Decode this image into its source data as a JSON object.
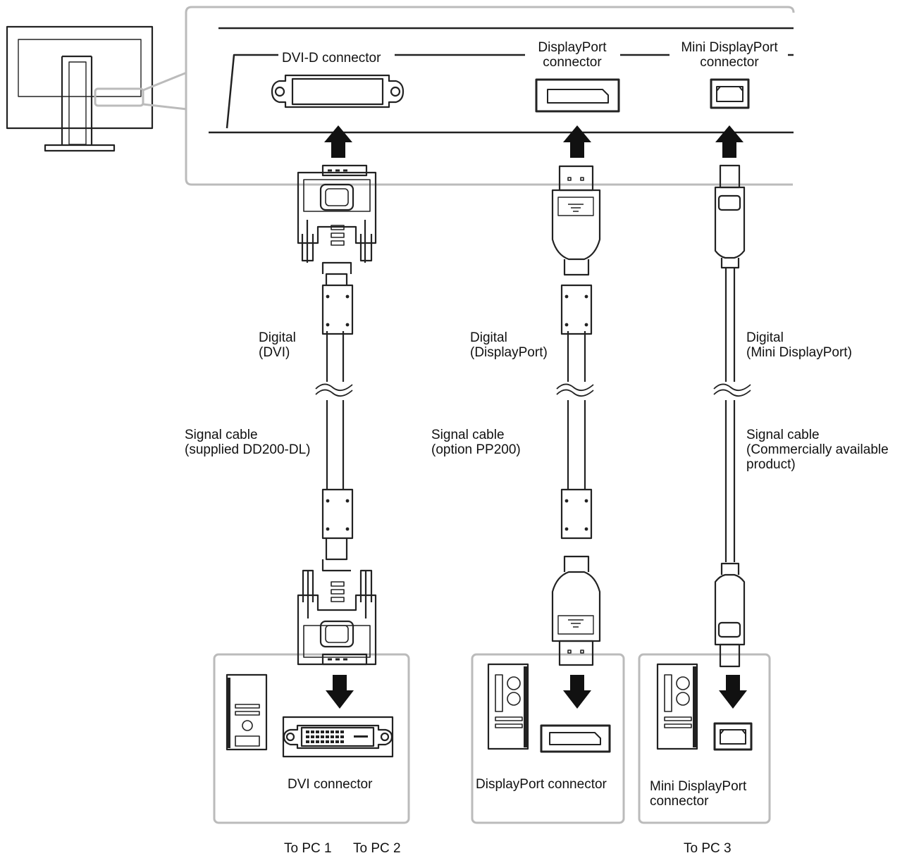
{
  "monitor_connectors": {
    "dvi": "DVI-D connector",
    "dp": [
      "DisplayPort",
      "connector"
    ],
    "mdp": [
      "Mini DisplayPort",
      "connector"
    ]
  },
  "cables": [
    {
      "signal": [
        "Digital",
        "(DVI)"
      ],
      "cable": [
        "Signal cable",
        "(supplied DD200-DL)"
      ],
      "pc_connector": [
        "DVI connector"
      ],
      "destination": [
        "To PC 1",
        "To PC 2"
      ]
    },
    {
      "signal": [
        "Digital",
        "(DisplayPort)"
      ],
      "cable": [
        "Signal cable",
        "(option PP200)"
      ],
      "pc_connector": [
        "DisplayPort connector"
      ],
      "destination": []
    },
    {
      "signal": [
        "Digital",
        "(Mini DisplayPort)"
      ],
      "cable": [
        "Signal cable",
        "(Commercially available",
        "product)"
      ],
      "pc_connector": [
        "Mini DisplayPort",
        "connector"
      ],
      "destination": [
        "To PC 3"
      ]
    }
  ]
}
